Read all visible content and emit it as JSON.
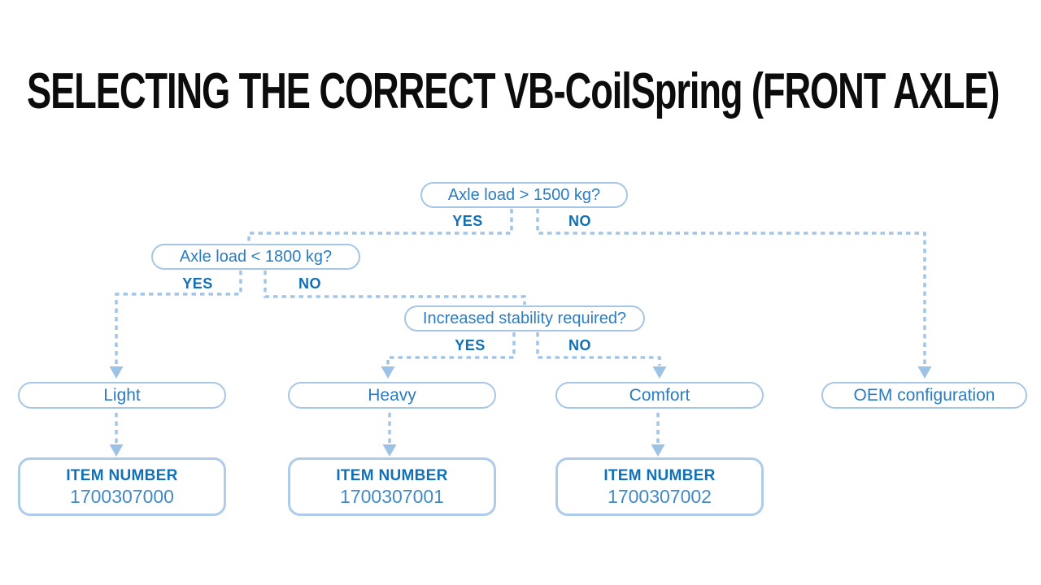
{
  "title": "SELECTING THE CORRECT VB-CoilSpring (FRONT AXLE)",
  "colors": {
    "background": "#ffffff",
    "title_text": "#0c0c0c",
    "box_border": "#a6c6e6",
    "box_text": "#2b7cc0",
    "yes_no_text": "#0e6fb6",
    "connector_line": "#a2c5e6",
    "arrowhead": "#9cc3e5",
    "item_heading_text": "#1070b8",
    "item_number_text": "#4189c7"
  },
  "flowchart": {
    "decisions": [
      {
        "question": "Axle load > 1500 kg?",
        "yes_label": "YES",
        "no_label": "NO"
      },
      {
        "question": "Axle load < 1800 kg?",
        "yes_label": "YES",
        "no_label": "NO"
      },
      {
        "question": "Increased stability required?",
        "yes_label": "YES",
        "no_label": "NO"
      }
    ],
    "results": [
      {
        "label": "Light"
      },
      {
        "label": "Heavy"
      },
      {
        "label": "Comfort"
      },
      {
        "label": "OEM configuration"
      }
    ],
    "items": [
      {
        "heading": "ITEM NUMBER",
        "number": "1700307000"
      },
      {
        "heading": "ITEM NUMBER",
        "number": "1700307001"
      },
      {
        "heading": "ITEM NUMBER",
        "number": "1700307002"
      }
    ]
  }
}
